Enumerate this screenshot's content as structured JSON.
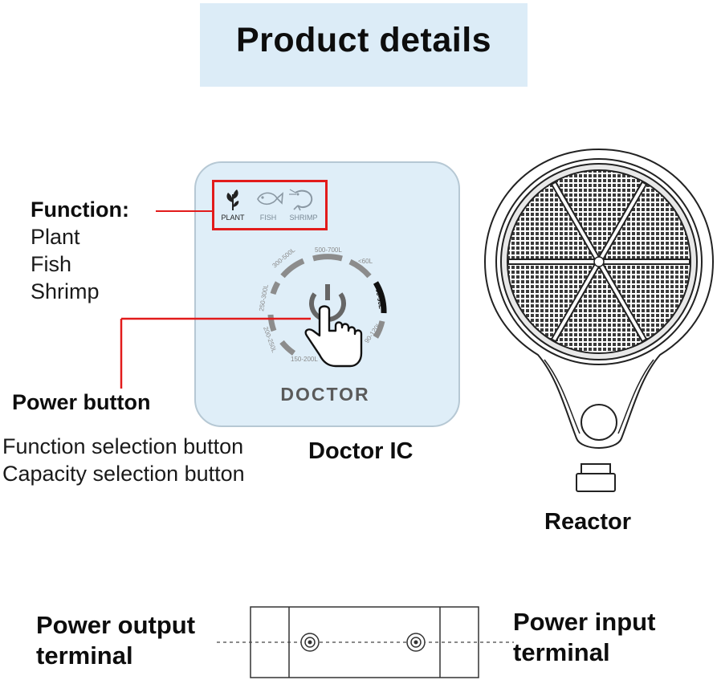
{
  "header": {
    "title": "Product details"
  },
  "function_block": {
    "heading": "Function:",
    "items": [
      "Plant",
      "Fish",
      "Shrimp"
    ]
  },
  "power_button": {
    "label": "Power button"
  },
  "buttons_list": [
    "Function selection button",
    "Capacity selection button"
  ],
  "doctor_ic": {
    "caption": "Doctor IC",
    "logo": "DOCTOR",
    "modes": [
      {
        "name": "PLANT",
        "icon": "plant-icon",
        "active": true
      },
      {
        "name": "FISH",
        "icon": "fish-icon",
        "active": false
      },
      {
        "name": "SHRIMP",
        "icon": "shrimp-icon",
        "active": false
      }
    ],
    "capacities": [
      "<60L",
      "60-90L",
      "90-120L",
      "150-200L",
      "200-250L",
      "250-300L",
      "300-500L",
      "500-700L"
    ],
    "selected_capacity": "60-90L"
  },
  "reactor": {
    "caption": "Reactor"
  },
  "terminals": {
    "output_line1": "Power output",
    "output_line2": "terminal",
    "input_line1": "Power input",
    "input_line2": "terminal"
  },
  "colors": {
    "accent_red": "#e21b1b",
    "panel_blue": "#dfeef8",
    "title_blue": "#dcecf7"
  }
}
